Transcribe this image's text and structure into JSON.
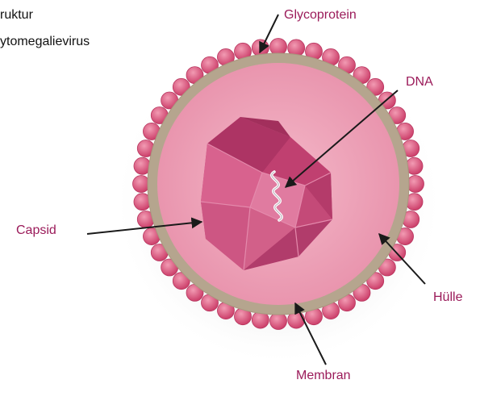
{
  "title": {
    "line1": "ruktur",
    "line2": "ytomegalievirus"
  },
  "labels": {
    "glycoprotein": "Glycoprotein",
    "dna": "DNA",
    "capsid": "Capsid",
    "huelle": "Hülle",
    "membran": "Membran"
  },
  "colors": {
    "label": "#9b1b5a",
    "arrow": "#1a1a1a",
    "glycoprotein": "#d8547a",
    "membrane": "#b5a58e",
    "envelope": "#eca1b8",
    "capsid": "#bf4576",
    "dna_strand": "#ffffff"
  },
  "icons": {
    "glycoprotein": "glycoprotein-bead-icon",
    "dna": "dna-squiggle-icon",
    "capsid": "icosahedron-capsid-icon",
    "pointer": "arrow-pointer-icon"
  }
}
